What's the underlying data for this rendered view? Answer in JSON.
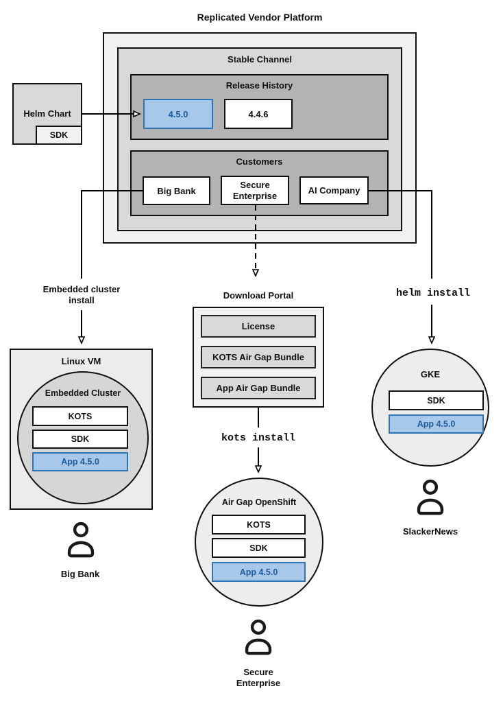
{
  "title": "Replicated Vendor Platform",
  "platform": {
    "stable_channel_label": "Stable Channel",
    "release_history": {
      "label": "Release History",
      "releases": [
        "4.5.0",
        "4.4.6"
      ]
    },
    "customers": {
      "label": "Customers",
      "items": [
        "Big Bank",
        "Secure Enterprise",
        "AI Company"
      ]
    }
  },
  "helm_chart": {
    "label": "Helm Chart",
    "sdk_label": "SDK"
  },
  "embedded_flow": {
    "arrow_label": "Embedded cluster install",
    "vm_label": "Linux VM",
    "cluster_label": "Embedded Cluster",
    "components": [
      "KOTS",
      "SDK",
      "App 4.5.0"
    ],
    "user_label": "Big Bank"
  },
  "airgap_flow": {
    "portal_label": "Download Portal",
    "portal_items": [
      "License",
      "KOTS Air Gap Bundle",
      "App Air Gap Bundle"
    ],
    "command": "kots install",
    "cluster_label": "Air Gap OpenShift",
    "components": [
      "KOTS",
      "SDK",
      "App 4.5.0"
    ],
    "user_label": "Secure Enterprise"
  },
  "helm_flow": {
    "command": "helm install",
    "cluster_label": "GKE",
    "components": [
      "SDK",
      "App 4.5.0"
    ],
    "user_label": "SlackerNews"
  },
  "colors": {
    "highlight_fill": "#a8c8e9",
    "highlight_border": "#2e75b5",
    "highlight_text": "#1c5c9c"
  }
}
